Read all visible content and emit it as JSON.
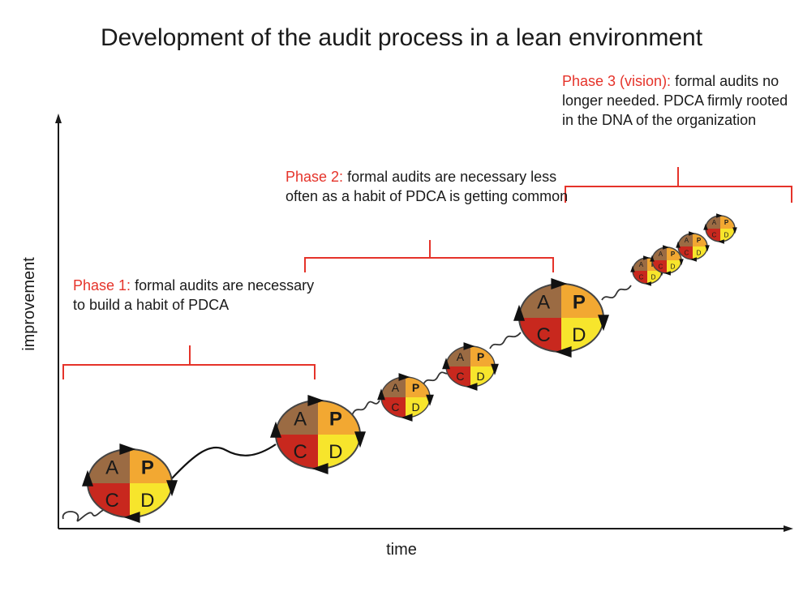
{
  "title": "Development of the audit process in a lean environment",
  "axes": {
    "x_label": "time",
    "y_label": "improvement"
  },
  "phases": [
    {
      "heading": "Phase 1:",
      "text": "formal audits are necessary to build a habit of PDCA"
    },
    {
      "heading": "Phase 2:",
      "text": "formal audits are necessary less often as a habit of PDCA is getting common"
    },
    {
      "heading": "Phase 3 (vision):",
      "text": "formal audits no longer needed. PDCA firmly rooted in the DNA of the organization"
    }
  ],
  "pdca_quadrants": {
    "top_left": "A",
    "top_right": "P",
    "bottom_left": "C",
    "bottom_right": "D"
  },
  "colors": {
    "accent_red": "#e5332a",
    "quadrant_A": "#9b6b43",
    "quadrant_P": "#f2a832",
    "quadrant_C": "#c8281e",
    "quadrant_D": "#f7e52c"
  }
}
